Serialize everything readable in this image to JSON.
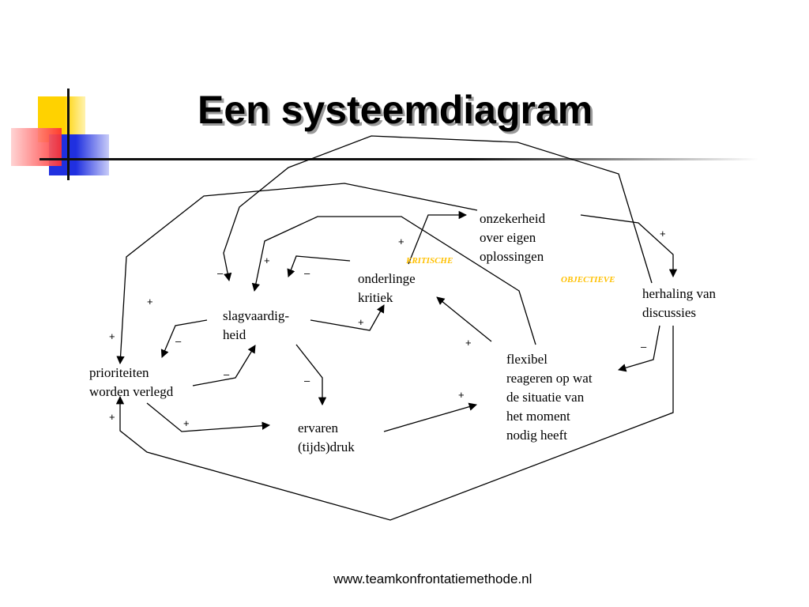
{
  "title": "Een systeemdiagram",
  "footer": "www.teamkonfrontatiemethode.nl",
  "nodes": {
    "onzekerheid": "onzekerheid\nover eigen\noplossingen",
    "onderlinge_kritiek": "onderlinge\nkritiek",
    "slagvaardigheid": "slagvaardig-\nheid",
    "herhaling": "herhaling van\ndiscussies",
    "prioriteiten": "prioriteiten\nworden verlegd",
    "flexibel": "flexibel\nreageren op wat\nde situatie van\nhet moment\nnodig heeft",
    "ervaren_druk": "ervaren\n(tijds)druk"
  },
  "tags": {
    "kritische": "KRITISCHE",
    "objectieve": "OBJECTIEVE"
  },
  "signs": {
    "s1": "+",
    "s2": "+",
    "s3": "–",
    "s4": "–",
    "s5": "+",
    "s6": "+",
    "s7": "–",
    "s8": "+",
    "s9": "+",
    "s10": "–",
    "s11": "–",
    "s12": "–",
    "s13": "+",
    "s14": "+",
    "s15": "+"
  },
  "colors": {
    "deco_yellow": "#ffd200",
    "deco_red": "#ff3030",
    "deco_blue": "#2030e0",
    "tag_yellow": "#ffc000"
  }
}
